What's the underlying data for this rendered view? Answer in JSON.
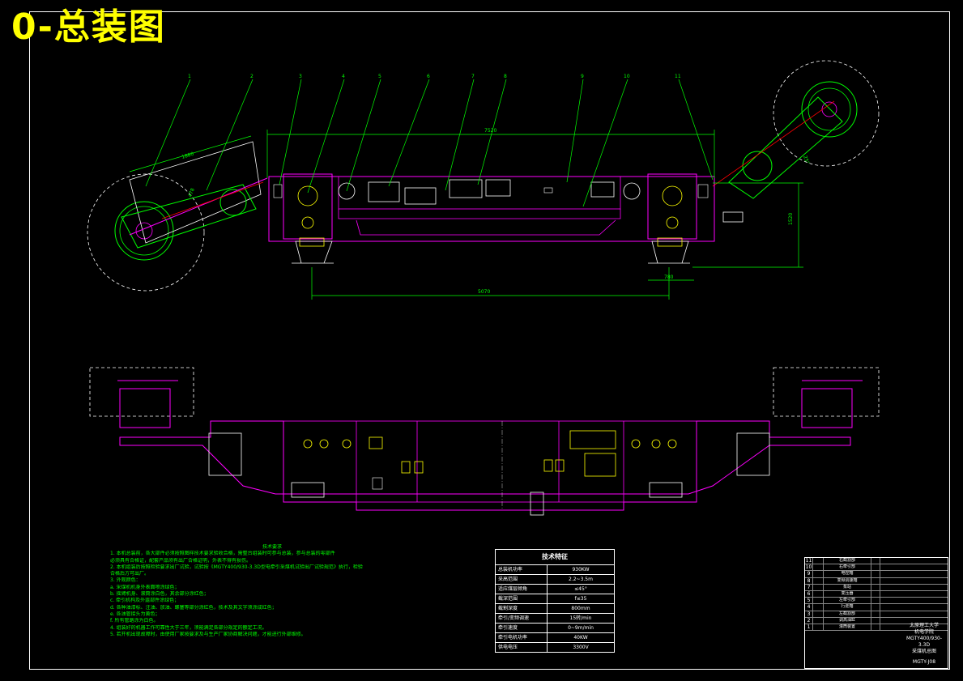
{
  "drawing": {
    "title": "0-总装图",
    "colors": {
      "title": "#ffff00",
      "frame": "#ffffff",
      "machine": "#ff00ff",
      "dim": "#00ff00",
      "detail": "#ffff00",
      "bg": "#000000"
    }
  },
  "callouts": [
    "1",
    "2",
    "3",
    "4",
    "5",
    "6",
    "7",
    "8",
    "9",
    "10",
    "11"
  ],
  "dimensions": {
    "overall_length": "7520",
    "arm_length": "1880",
    "base_length": "5070",
    "right_width": "780",
    "height": "1520",
    "arm_height": "478",
    "angle": "25°"
  },
  "tech_notes": {
    "heading": "技术要求",
    "lines": [
      "1. 本机总装前，各大部件必须按照图样技术要求验收合格，需整台组装时可参与总装，参与总装的零部件",
      "   必须具有合格证，配套产品须有出厂合格证明，外表不得有损伤。",
      "2. 本机组装后按照检验要求出厂试验，试验按《MGTY400/930-3.3D型电牵引采煤机试验出厂试验规范》执行，检验",
      "   合格后方可出厂。",
      "3. 外观颜色：",
      "   a. 采煤机机身外表面喷涂绿色；",
      "   b. 摇臂机身、滚筒涂白色，其余部分涂红色；",
      "   c. 牵引机构及外露部件涂绿色；",
      "   d. 各种油漆标、注油、放油、螺塞等部分涂红色，技术及其文字须涂成红色；",
      "   e. 各油管接头为黄色；",
      "   f. 所有管路涂为白色。",
      "4. 组装好的机器工作可靠性大于三年，须能满足各部分规定的额定工况。",
      "5. 若开机出现故障时，由使用厂家按要求及与生产厂家协商解决问题，才能进行外部维修。"
    ]
  },
  "spec_table": {
    "heading": "技术特征",
    "rows": [
      {
        "k": "总装机功率",
        "v": "930KW"
      },
      {
        "k": "采高范围",
        "v": "2.2~3.5m"
      },
      {
        "k": "适应煤层倾角",
        "v": "≤45°"
      },
      {
        "k": "截深范围",
        "v": "f≤35"
      },
      {
        "k": "截割深度",
        "v": "800mm"
      },
      {
        "k": "牵引/变频调速",
        "v": "15转/min"
      },
      {
        "k": "牵引速度",
        "v": "0~9m/min"
      },
      {
        "k": "牵引电机功率",
        "v": "40KW"
      },
      {
        "k": "供电电压",
        "v": "3300V"
      }
    ]
  },
  "title_block": {
    "parts": [
      {
        "n": "11",
        "name": "右截割部"
      },
      {
        "n": "10",
        "name": "右牵引部"
      },
      {
        "n": "9",
        "name": "电控箱"
      },
      {
        "n": "8",
        "name": "变频调速箱"
      },
      {
        "n": "7",
        "name": "泵站"
      },
      {
        "n": "6",
        "name": "变压器"
      },
      {
        "n": "5",
        "name": "左牵引部"
      },
      {
        "n": "4",
        "name": "行走箱"
      },
      {
        "n": "3",
        "name": "左截割部"
      },
      {
        "n": "2",
        "name": "调高油缸"
      },
      {
        "n": "1",
        "name": "滚筒装置"
      }
    ],
    "institution": "太原理工大学",
    "college": "机电学院",
    "model": "MGTY400/930-3.3D",
    "drawing_name": "采煤机总图",
    "code": "MGTY-J08"
  }
}
